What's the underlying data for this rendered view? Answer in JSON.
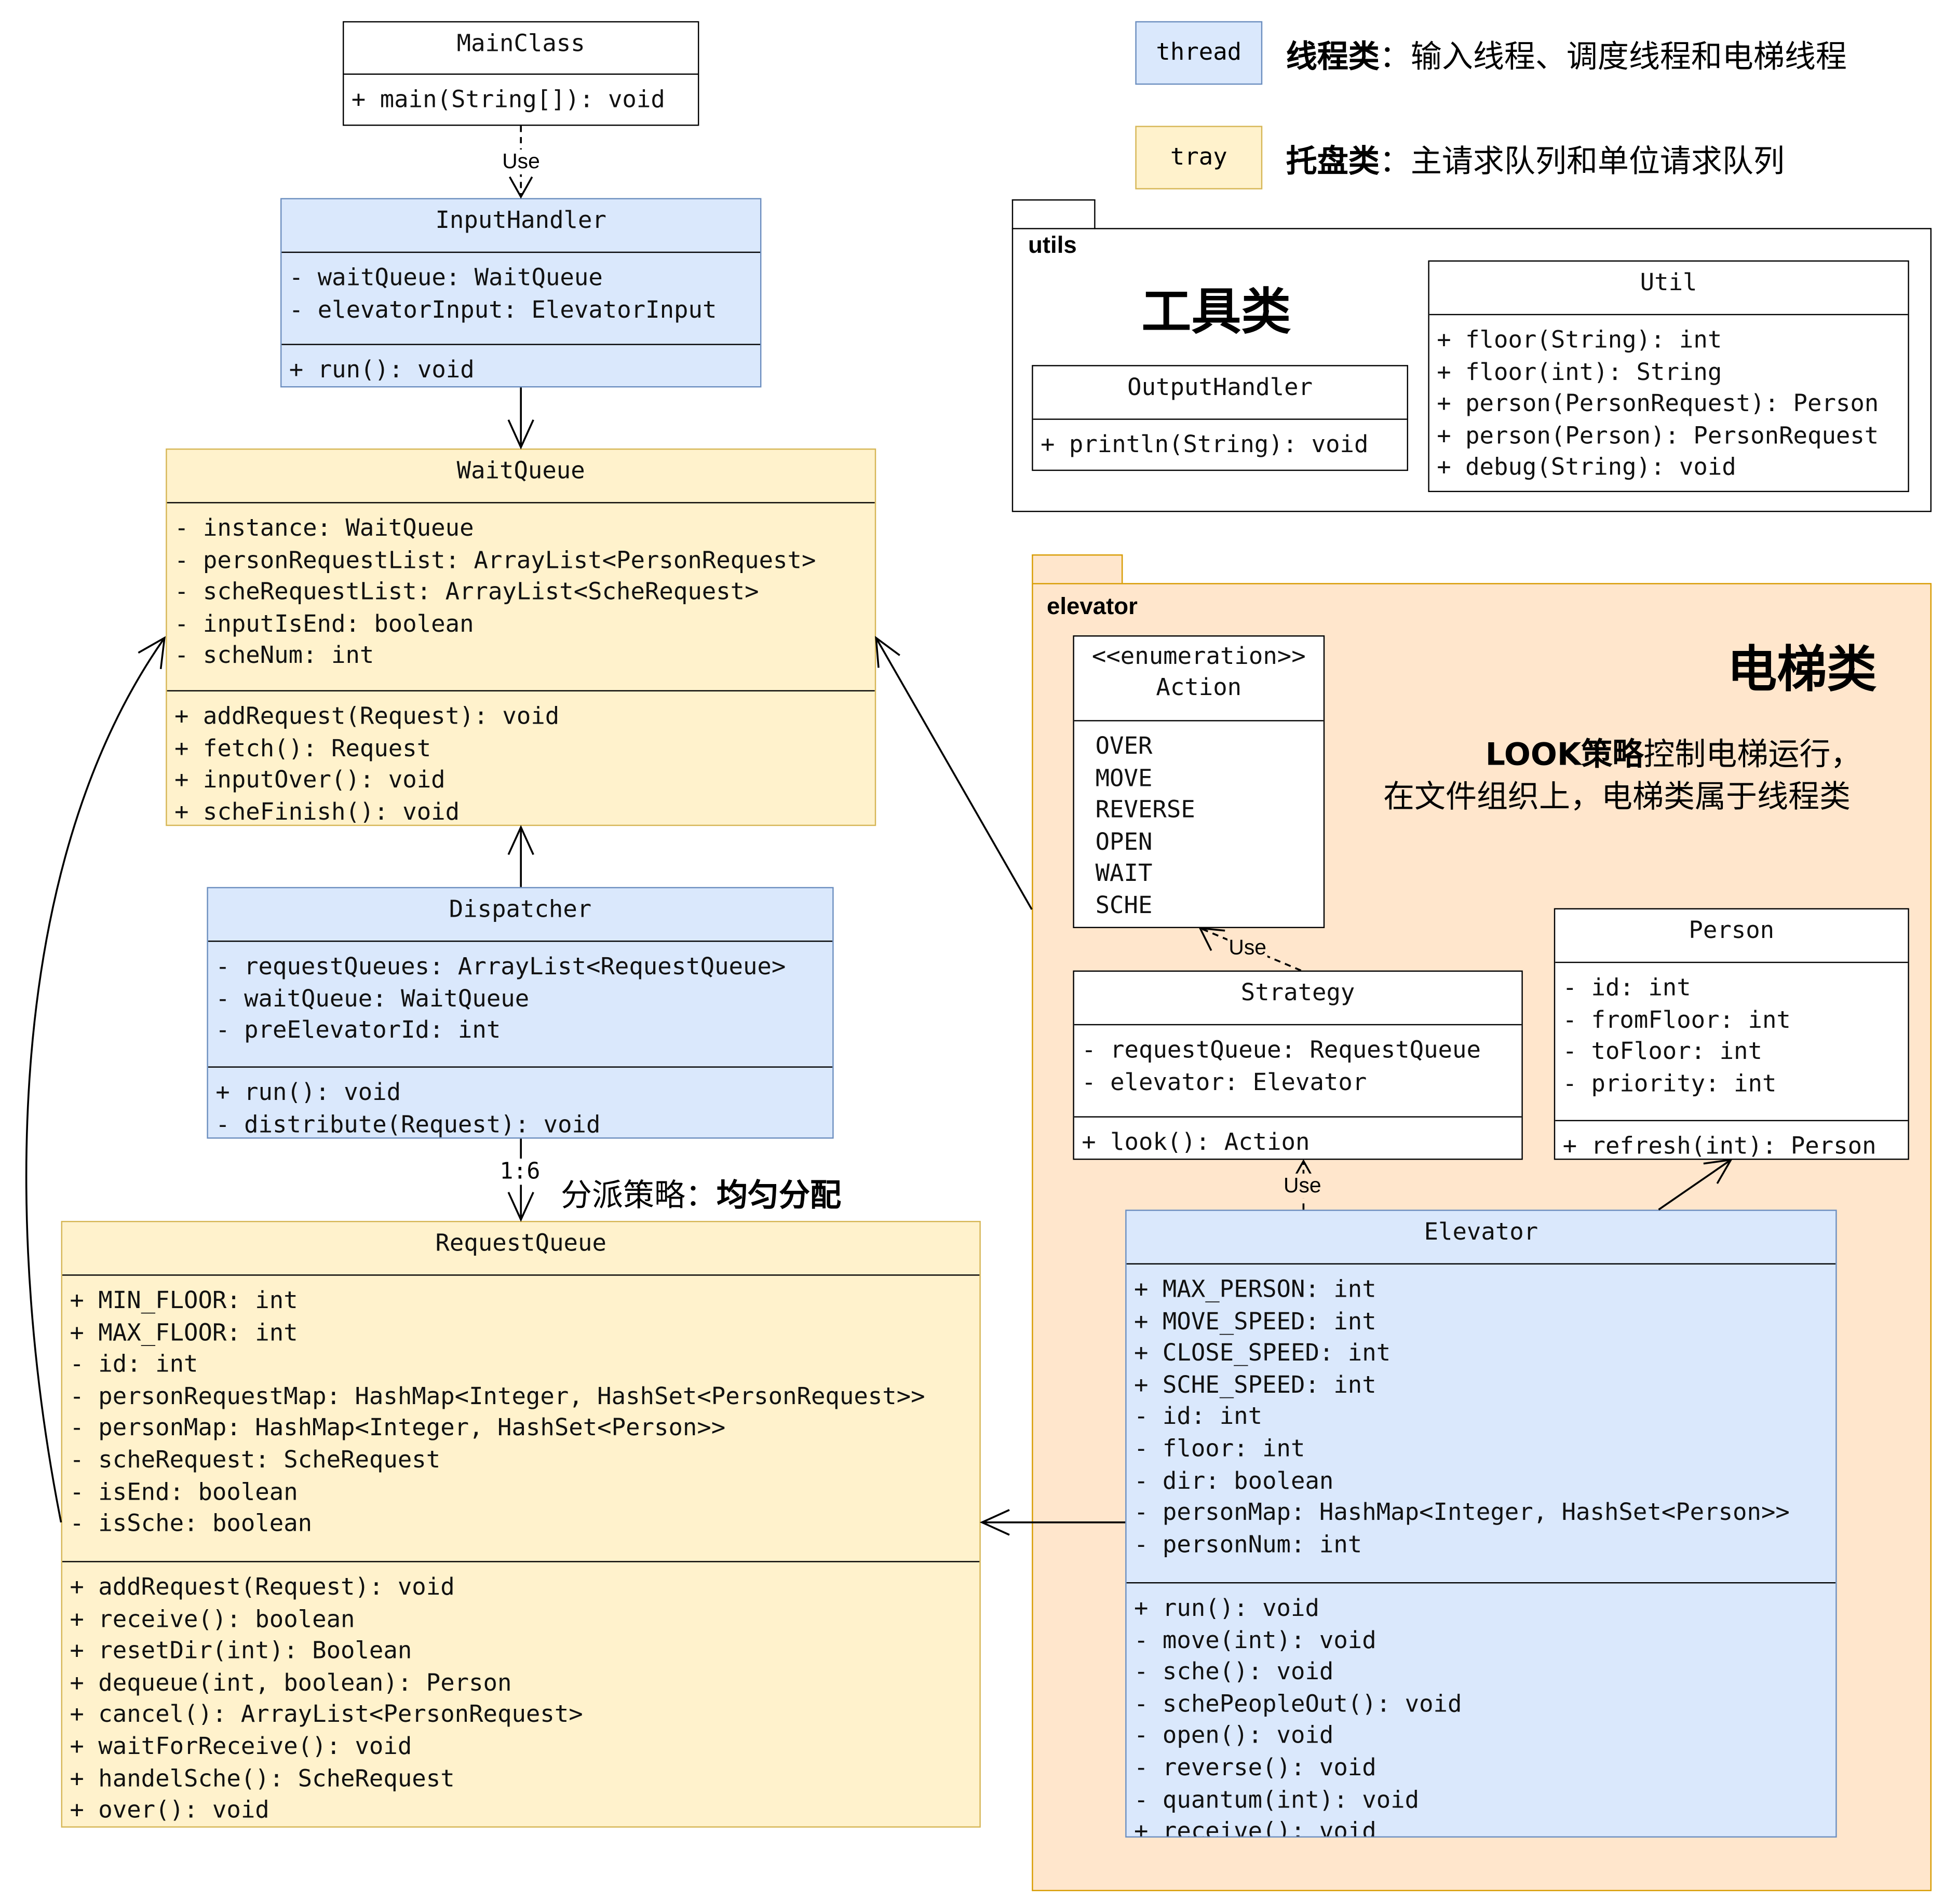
{
  "legend": {
    "thread_box": "thread",
    "thread_bold": "线程类",
    "thread_rest": "：输入线程、调度线程和电梯线程",
    "tray_box": "tray",
    "tray_bold": "托盘类",
    "tray_rest": "：主请求队列和单位请求队列"
  },
  "colors": {
    "thread_fill": "#dae8fc",
    "thread_stroke": "#6c8ebf",
    "tray_fill": "#fff2cc",
    "tray_stroke": "#d6b656",
    "elevator_package_fill": "#ffe6cc",
    "elevator_package_stroke": "#d79b00"
  },
  "packages": {
    "utils": {
      "label": "utils",
      "title": "工具类"
    },
    "elevator": {
      "label": "elevator",
      "title": "电梯类",
      "note_bold": "LOOK策略",
      "note_line1_rest": "控制电梯运行，",
      "note_line2": "在文件组织上，电梯类属于线程类"
    }
  },
  "classes": {
    "main_class": {
      "name": "MainClass",
      "attributes": [],
      "methods": [
        "+ main(String[]): void"
      ]
    },
    "input_handler": {
      "name": "InputHandler",
      "attributes": [
        "- waitQueue: WaitQueue",
        "- elevatorInput: ElevatorInput"
      ],
      "methods": [
        "+ run(): void"
      ]
    },
    "wait_queue": {
      "name": "WaitQueue",
      "attributes": [
        "- instance: WaitQueue",
        "- personRequestList: ArrayList<PersonRequest>",
        "- scheRequestList: ArrayList<ScheRequest>",
        "- inputIsEnd: boolean",
        "- scheNum: int"
      ],
      "methods": [
        "+ addRequest(Request): void",
        "+ fetch(): Request",
        "+ inputOver(): void",
        "+ scheFinish(): void"
      ]
    },
    "dispatcher": {
      "name": "Dispatcher",
      "attributes": [
        "- requestQueues: ArrayList<RequestQueue>",
        "- waitQueue: WaitQueue",
        "- preElevatorId: int"
      ],
      "methods": [
        "+ run(): void",
        "- distribute(Request): void"
      ]
    },
    "request_queue": {
      "name": "RequestQueue",
      "attributes": [
        "+ MIN_FLOOR: int",
        "+ MAX_FLOOR: int",
        "- id: int",
        "- personRequestMap: HashMap<Integer, HashSet<PersonRequest>>",
        "- personMap: HashMap<Integer, HashSet<Person>>",
        "- scheRequest: ScheRequest",
        "- isEnd: boolean",
        "- isSche: boolean"
      ],
      "methods": [
        "+ addRequest(Request): void",
        "+ receive(): boolean",
        "+ resetDir(int): Boolean",
        "+ dequeue(int, boolean): Person",
        "+ cancel(): ArrayList<PersonRequest>",
        "+ waitForReceive(): void",
        "+ handelSche(): ScheRequest",
        "+ over(): void"
      ]
    },
    "output_handler": {
      "name": "OutputHandler",
      "attributes": [],
      "methods": [
        "+ println(String): void"
      ]
    },
    "util": {
      "name": "Util",
      "attributes": [],
      "methods": [
        "+ floor(String): int",
        "+ floor(int): String",
        "+ person(PersonRequest): Person",
        "+ person(Person): PersonRequest",
        "+ debug(String): void"
      ]
    },
    "action": {
      "stereotype": "<<enumeration>>",
      "name": "Action",
      "values": [
        "OVER",
        "MOVE",
        "REVERSE",
        "OPEN",
        "WAIT",
        "SCHE"
      ]
    },
    "strategy": {
      "name": "Strategy",
      "attributes": [
        "- requestQueue: RequestQueue",
        "- elevator: Elevator"
      ],
      "methods": [
        "+ look(): Action"
      ]
    },
    "person": {
      "name": "Person",
      "attributes": [
        "- id: int",
        "- fromFloor: int",
        "- toFloor: int",
        "- priority: int"
      ],
      "methods": [
        "+ refresh(int): Person"
      ]
    },
    "elevator": {
      "name": "Elevator",
      "attributes": [
        "+ MAX_PERSON: int",
        "+ MOVE_SPEED: int",
        "+ CLOSE_SPEED: int",
        "+ SCHE_SPEED: int",
        "- id: int",
        "- floor: int",
        "- dir: boolean",
        "- personMap: HashMap<Integer, HashSet<Person>>",
        "- personNum: int"
      ],
      "methods": [
        "+ run(): void",
        "- move(int): void",
        "- sche(): void",
        "- schePeopleOut(): void",
        "- open(): void",
        "- reverse(): void",
        "- quantum(int): void",
        "+ receive(): void"
      ]
    }
  },
  "edges": {
    "main_to_input": "Use",
    "action_strategy": "Use",
    "strategy_elevator": "Use",
    "dispatch_multiplicity": "1:6",
    "dispatch_note_plain": "分派策略：",
    "dispatch_note_bold": "均匀分配"
  }
}
